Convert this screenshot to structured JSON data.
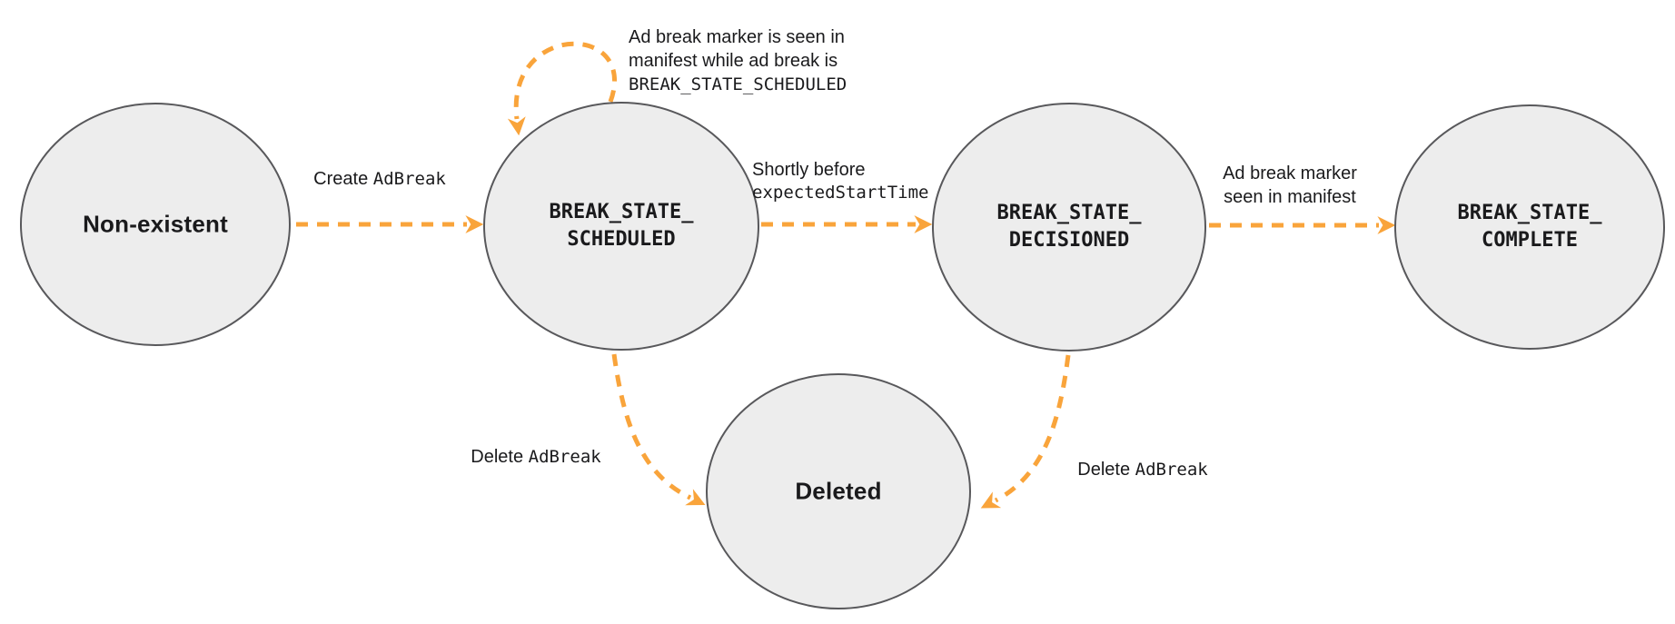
{
  "colors": {
    "arrow": "#F9A43B",
    "node_fill": "#EDEDED",
    "node_stroke": "#58585B",
    "text": "#1A1A1C"
  },
  "states": {
    "non_existent": {
      "label": "Non-existent"
    },
    "scheduled": {
      "line1": "BREAK_STATE_",
      "line2": "SCHEDULED"
    },
    "decisioned": {
      "line1": "BREAK_STATE_",
      "line2": "DECISIONED"
    },
    "complete": {
      "line1": "BREAK_STATE_",
      "line2": "COMPLETE"
    },
    "deleted": {
      "label": "Deleted"
    }
  },
  "transitions": {
    "create": {
      "plain": "Create ",
      "code": "AdBreak"
    },
    "self_loop": {
      "line1": "Ad break marker is seen in",
      "line2": "manifest while ad break is",
      "code": "BREAK_STATE_SCHEDULED"
    },
    "to_decisioned": {
      "plain": "Shortly before",
      "code": "expectedStartTime"
    },
    "to_complete": {
      "line1": "Ad break marker",
      "line2": "seen in manifest"
    },
    "delete_left": {
      "plain": "Delete ",
      "code": "AdBreak"
    },
    "delete_right": {
      "plain": "Delete ",
      "code": "AdBreak"
    }
  }
}
